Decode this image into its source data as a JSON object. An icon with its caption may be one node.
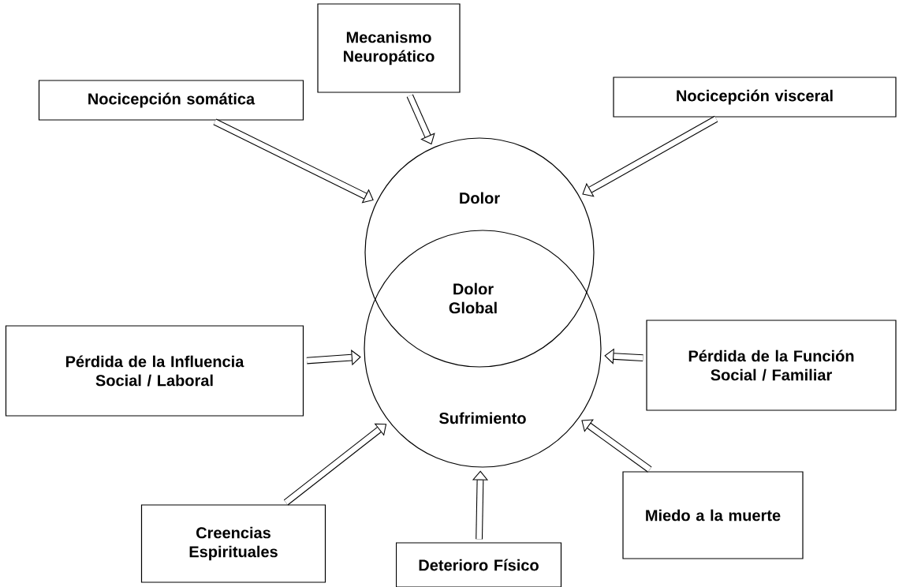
{
  "diagram": {
    "nodes": [
      {
        "text": [
          "Mecanismo Neuropático"
        ]
      },
      {
        "text": [
          "Nocicepción somática"
        ]
      },
      {
        "text": [
          "Nocicepción visceral"
        ]
      },
      {
        "text": [
          "Dolor"
        ]
      },
      {
        "text": [
          "Sufrimiento"
        ]
      },
      {
        "text": [
          "Pérdida de la Influencia Social / Laboral"
        ]
      },
      {
        "text": [
          "Pérdida de la Función Social / Familiar"
        ]
      },
      {
        "text": [
          "Creencias Espirituales"
        ]
      },
      {
        "text": [
          "Deterioro Físico"
        ]
      },
      {
        "text": [
          "Miedo a la muerte"
        ]
      }
    ],
    "edges": [
      {
        "from": 0,
        "to": 3,
        "arrow": "to"
      },
      {
        "from": 1,
        "to": 3,
        "arrow": "to"
      },
      {
        "from": 2,
        "to": 3,
        "arrow": "to"
      },
      {
        "from": 5,
        "to": 4,
        "arrow": "to"
      },
      {
        "from": 6,
        "to": 4,
        "arrow": "to"
      },
      {
        "from": 7,
        "to": 4,
        "arrow": "to"
      },
      {
        "from": 8,
        "to": 4,
        "arrow": "to"
      },
      {
        "from": 9,
        "to": 4,
        "arrow": "to"
      }
    ],
    "labels": [
      "Dolor Global"
    ]
  }
}
